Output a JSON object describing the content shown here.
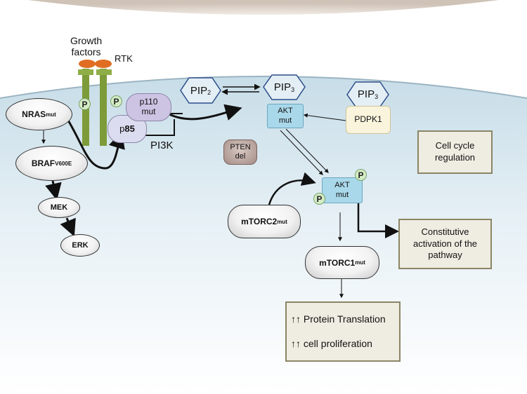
{
  "labels": {
    "growth_factors": "Growth\nfactors",
    "rtk": "RTK",
    "pi3k": "PI3K",
    "p_symbol": "P"
  },
  "nodes": {
    "nras": {
      "main": "NRAS",
      "sup": "mut"
    },
    "braf": {
      "main": "BRAF",
      "sup": "V600E"
    },
    "mek": "MEK",
    "erk": "ERK",
    "p110": {
      "line1": "p110",
      "line2": "mut"
    },
    "p85": {
      "pre": "p",
      "bold": "85"
    },
    "pip2": {
      "main": "PIP",
      "sub": "2"
    },
    "pip3_left": {
      "main": "PIP",
      "sub": "3"
    },
    "pip3_right": {
      "main": "PIP",
      "sub": "3"
    },
    "akt_membrane": {
      "line1": "AKT",
      "line2": "mut"
    },
    "pdpk1": "PDPK1",
    "pten": {
      "line1": "PTEN",
      "line2": "del"
    },
    "akt_active": {
      "line1": "AKT",
      "line2": "mut"
    },
    "mtorc2": {
      "main": "mTORC2",
      "sup": "mut"
    },
    "mtorc1": {
      "main": "mTORC1",
      "sup": "mut"
    }
  },
  "boxes": {
    "cell_cycle": "Cell cycle\nregulation",
    "constitutive": "Constitutive\nactivation of the\npathway",
    "outcomes": {
      "arrows": "↑↑",
      "protein_translation": "Protein Translation",
      "cell_proliferation": "cell proliferation"
    }
  },
  "colors": {
    "membrane_fill": "#d3e6ef",
    "outside_fill": "#ddd3c8",
    "receptor": "#7e9b3a",
    "ligand": "#e06d22",
    "p110_fill": "#cdc3e3",
    "akt_fill": "#a9d8ea",
    "pdpk1_fill": "#fbf4dd",
    "pten_fill": "#a58c85",
    "box_fill": "#efece2",
    "box_border": "#8b8566"
  }
}
